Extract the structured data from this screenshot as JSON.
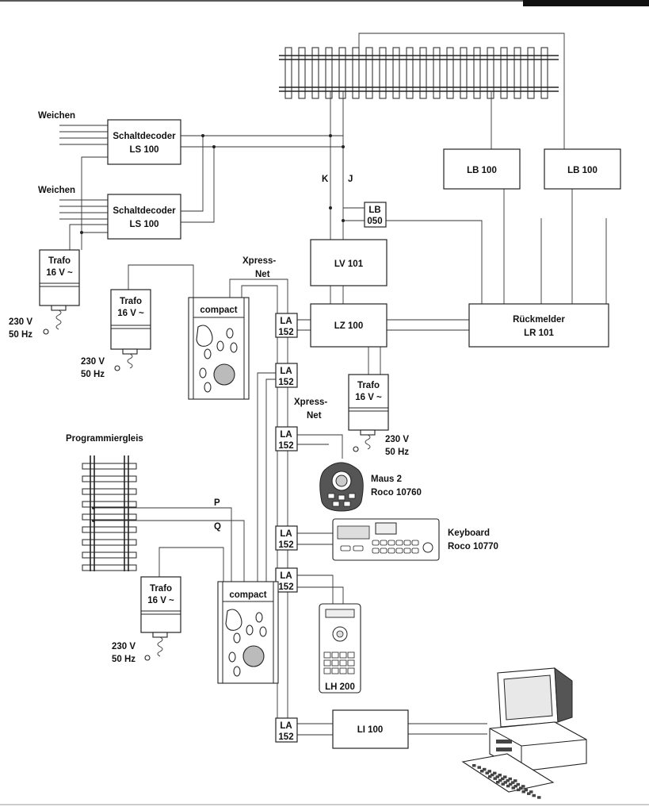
{
  "labels": {
    "weichen_1": "Weichen",
    "weichen_2": "Weichen",
    "schaltdecoder_1_line1": "Schaltdecoder",
    "schaltdecoder_1_line2": "LS 100",
    "schaltdecoder_2_line1": "Schaltdecoder",
    "schaltdecoder_2_line2": "LS 100",
    "k": "K",
    "j": "J",
    "lb100_1": "LB 100",
    "lb100_2": "LB 100",
    "lb050_line1": "LB",
    "lb050_line2": "050",
    "xpressnet_1_line1": "Xpress-",
    "xpressnet_1_line2": "Net",
    "lv101": "LV 101",
    "lz100": "LZ 100",
    "rueckmelder_line1": "Rückmelder",
    "rueckmelder_line2": "LR 101",
    "xpressnet_2_line1": "Xpress-",
    "xpressnet_2_line2": "Net",
    "maus2_line1": "Maus 2",
    "maus2_line2": "Roco 10760",
    "keyboard_line1": "Keyboard",
    "keyboard_line2": "Roco 10770",
    "programmiergleis": "Programmiergleis",
    "p": "P",
    "q": "Q",
    "lh200": "LH 200",
    "li100": "LI 100",
    "compact": "compact",
    "trafo_line1": "Trafo",
    "trafo_line2": "16 V ~",
    "mains_line1": "230 V",
    "mains_line2": "50 Hz",
    "la_line1": "LA",
    "la_line2": "152"
  }
}
